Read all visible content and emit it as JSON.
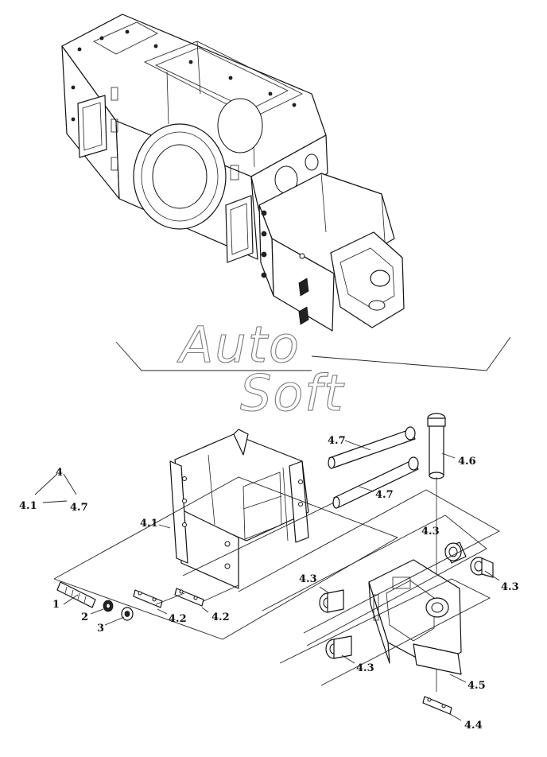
{
  "watermark": {
    "line1": "Auto",
    "line2": "Soft"
  },
  "callouts": {
    "c_4": "4",
    "c_4_1a": "4.1",
    "c_4_7a": "4.7",
    "c_4_7_top": "4.7",
    "c_4_7_mid": "4.7",
    "c_4_6": "4.6",
    "c_4_1": "4.1",
    "c_4_3_top": "4.3",
    "c_4_3_right": "4.3",
    "c_4_3_left": "4.3",
    "c_4_3_bottom": "4.3",
    "c_1": "1",
    "c_2": "2",
    "c_3": "3",
    "c_4_2a": "4.2",
    "c_4_2b": "4.2",
    "c_4_5": "4.5",
    "c_4_4": "4.4"
  }
}
